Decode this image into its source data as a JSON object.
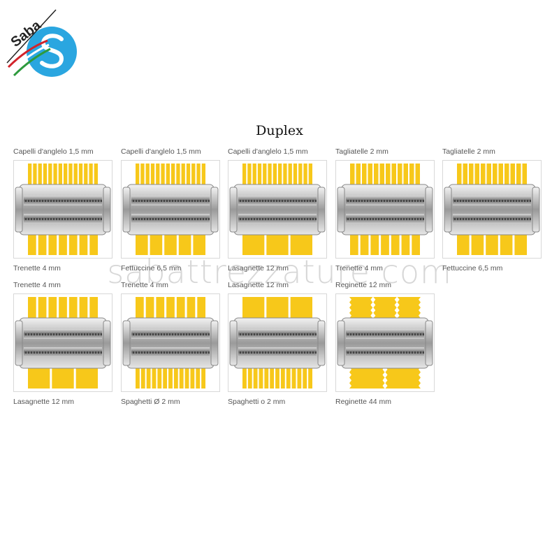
{
  "logo": {
    "text": "Saba",
    "colors": {
      "blue": "#2aa6e0",
      "green": "#2e9a3e",
      "red": "#d2232a"
    }
  },
  "title": "Duplex",
  "watermark": "sabattrezzature.com",
  "cutters": [
    {
      "top": "Capelli d'anglelo 1,5 mm",
      "bottom": "Trenette 4 mm",
      "top_strips": 14,
      "bottom_strips": 7
    },
    {
      "top": "Capelli d'anglelo 1,5 mm",
      "bottom": "Fettuccine 6,5 mm",
      "top_strips": 14,
      "bottom_strips": 5
    },
    {
      "top": "Capelli d'anglelo 1,5 mm",
      "bottom": "Lasagnette 12 mm",
      "top_strips": 14,
      "bottom_strips": 3
    },
    {
      "top": "Tagliatelle 2 mm",
      "bottom": "Trenette 4 mm",
      "top_strips": 12,
      "bottom_strips": 7
    },
    {
      "top": "Tagliatelle 2 mm",
      "bottom": "Fettuccine 6,5 mm",
      "top_strips": 12,
      "bottom_strips": 5
    },
    {
      "top": "Trenette 4 mm",
      "bottom": "Lasagnette 12 mm",
      "top_strips": 7,
      "bottom_strips": 3
    },
    {
      "top": "Trenette 4 mm",
      "bottom": "Spaghetti Ø 2 mm",
      "top_strips": 7,
      "bottom_strips": 13
    },
    {
      "top": "Lasagnette 12 mm",
      "bottom": "Spaghetti o 2 mm",
      "top_strips": 3,
      "bottom_strips": 13
    },
    {
      "top": "Reginette 12 mm",
      "bottom": "Reginette 44 mm",
      "top_strips": 3,
      "bottom_strips": 2,
      "wavy": true
    }
  ]
}
